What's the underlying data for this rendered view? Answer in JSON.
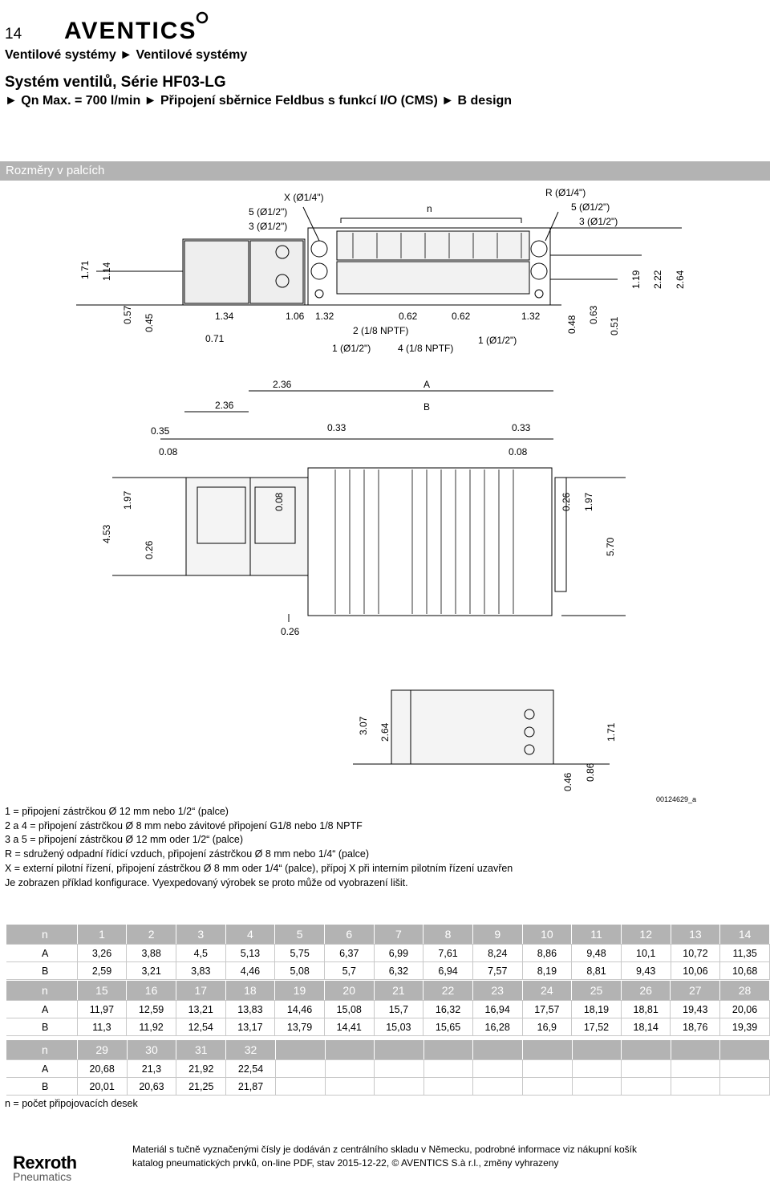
{
  "page_number": "14",
  "brand": "AVENTICS",
  "breadcrumb": "Ventilové systémy ► Ventilové systémy",
  "title": "Systém ventilů, Série HF03-LG",
  "subtitle": "► Qn Max. = 700 l/min ► Připojení sběrnice Feldbus s funkcí I/O (CMS) ► B design",
  "section_band": "Rozměry v palcích",
  "drawing1": {
    "x_port": "X (Ø1/4\")",
    "port5_left": "5 (Ø1/2\")",
    "port3_left": "3 (Ø1/2\")",
    "n": "n",
    "r_port": "R (Ø1/4\")",
    "port5_right": "5 (Ø1/2\")",
    "port3_right": "3 (Ø1/2\")",
    "port2": "2 (1/8 NPTF)",
    "port1_left": "1 (Ø1/2\")",
    "port4": "4 (1/8 NPTF)",
    "port1_right": "1 (Ø1/2\")",
    "d_171": "1.71",
    "d_114": "1.14",
    "d_057": "0.57",
    "d_045": "0.45",
    "d_134": "1.34",
    "d_071": "0.71",
    "d_106": "1.06",
    "d_132a": "1.32",
    "d_062a": "0.62",
    "d_062b": "0.62",
    "d_132b": "1.32",
    "d_048": "0.48",
    "d_063": "0.63",
    "d_051": "0.51",
    "d_119": "1.19",
    "d_222": "2.22",
    "d_264": "2.64"
  },
  "drawing2": {
    "d_236a": "2.36",
    "d_236b": "2.36",
    "A": "A",
    "B": "B",
    "d_035": "0.35",
    "d_033a": "0.33",
    "d_033b": "0.33",
    "d_008a": "0.08",
    "d_008b": "0.08",
    "d_008c": "0.08",
    "d_453": "4.53",
    "d_197a": "1.97",
    "d_026a": "0.26",
    "d_026b": "0.26",
    "d_197b": "1.97",
    "d_570": "5.70",
    "d_026c": "0.26"
  },
  "drawing3": {
    "d_307": "3.07",
    "d_264": "2.64",
    "d_046": "0.46",
    "d_086": "0.86",
    "d_171": "1.71"
  },
  "doc_id": "00124629_a",
  "legend": [
    "1 = připojení zástrčkou Ø 12 mm nebo 1/2“ (palce)",
    "2 a 4 = připojení zástrčkou Ø 8 mm nebo závitové připojení G1/8 nebo 1/8 NPTF",
    "3 a 5 = připojení zástrčkou Ø 12 mm oder 1/2“ (palce)",
    "R = sdružený odpadní řídicí vzduch, připojení zástrčkou Ø 8 mm nebo 1/4“ (palce)",
    "X = externí pilotní řízení, připojení zástrčkou Ø 8 mm oder 1/4“ (palce), přípoj X při interním pilotním řízení uzavřen",
    "Je zobrazen příklad konfigurace. Vyexpedovaný výrobek se proto může od vyobrazení lišit."
  ],
  "tables": [
    {
      "n": [
        "n",
        "1",
        "2",
        "3",
        "4",
        "5",
        "6",
        "7",
        "8",
        "9",
        "10",
        "11",
        "12",
        "13",
        "14"
      ],
      "A": [
        "A",
        "3,26",
        "3,88",
        "4,5",
        "5,13",
        "5,75",
        "6,37",
        "6,99",
        "7,61",
        "8,24",
        "8,86",
        "9,48",
        "10,1",
        "10,72",
        "11,35"
      ],
      "B": [
        "B",
        "2,59",
        "3,21",
        "3,83",
        "4,46",
        "5,08",
        "5,7",
        "6,32",
        "6,94",
        "7,57",
        "8,19",
        "8,81",
        "9,43",
        "10,06",
        "10,68"
      ]
    },
    {
      "n": [
        "n",
        "15",
        "16",
        "17",
        "18",
        "19",
        "20",
        "21",
        "22",
        "23",
        "24",
        "25",
        "26",
        "27",
        "28"
      ],
      "A": [
        "A",
        "11,97",
        "12,59",
        "13,21",
        "13,83",
        "14,46",
        "15,08",
        "15,7",
        "16,32",
        "16,94",
        "17,57",
        "18,19",
        "18,81",
        "19,43",
        "20,06"
      ],
      "B": [
        "B",
        "11,3",
        "11,92",
        "12,54",
        "13,17",
        "13,79",
        "14,41",
        "15,03",
        "15,65",
        "16,28",
        "16,9",
        "17,52",
        "18,14",
        "18,76",
        "19,39"
      ]
    },
    {
      "n": [
        "n",
        "29",
        "30",
        "31",
        "32",
        "",
        "",
        "",
        "",
        "",
        "",
        "",
        "",
        "",
        ""
      ],
      "A": [
        "A",
        "20,68",
        "21,3",
        "21,92",
        "22,54",
        "",
        "",
        "",
        "",
        "",
        "",
        "",
        "",
        "",
        ""
      ],
      "B": [
        "B",
        "20,01",
        "20,63",
        "21,25",
        "21,87",
        "",
        "",
        "",
        "",
        "",
        "",
        "",
        "",
        "",
        ""
      ]
    }
  ],
  "table_note": "n = počet připojovacích desek",
  "footer_logo": "Rexroth",
  "footer_logo_sub": "Pneumatics",
  "footer_text_1": "Materiál s tučně vyznačenými čísly je dodáván z centrálního skladu v Německu, podrobné informace viz nákupní košík",
  "footer_text_2": "katalog pneumatických prvků, on-line PDF, stav 2015-12-22, © AVENTICS S.à r.l., změny vyhrazeny"
}
